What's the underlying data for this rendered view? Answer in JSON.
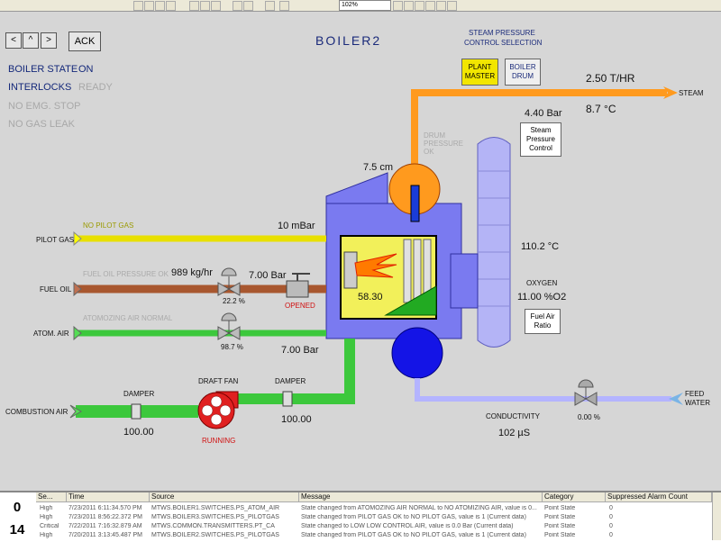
{
  "toolbar": {
    "zoom": "102%"
  },
  "nav": {
    "prev": "<",
    "up": "^",
    "next": ">",
    "ack": "ACK"
  },
  "title": "BOILER2",
  "status": {
    "boiler_state_label": "BOILER STATE",
    "boiler_state_value": "ON",
    "interlocks_label": "INTERLOCKS",
    "interlocks_value": "READY",
    "emg_stop": "NO EMG. STOP",
    "gas_leak": "NO GAS LEAK"
  },
  "steam_control": {
    "heading_1": "STEAM PRESSURE",
    "heading_2": "CONTROL SELECTION",
    "plant_master_1": "PLANT",
    "plant_master_2": "MASTER",
    "boiler_drum_1": "BOILER",
    "boiler_drum_2": "DRUM"
  },
  "steam": {
    "flow": "2.50 T/HR",
    "temp": "8.7 °C",
    "label": "STEAM",
    "pressure": "4.40 Bar",
    "ctrl_1": "Steam",
    "ctrl_2": "Pressure",
    "ctrl_3": "Control"
  },
  "drum": {
    "level": "7.5 cm",
    "ok_1": "DRUM",
    "ok_2": "PRESSURE",
    "ok_3": "OK"
  },
  "pilot_gas": {
    "label": "PILOT GAS",
    "status": "NO PILOT GAS",
    "pressure": "10 mBar"
  },
  "fuel_oil": {
    "label": "FUEL OIL",
    "status": "FUEL OIL PRESSURE OK",
    "flow": "989 kg/hr",
    "pressure": "7.00 Bar",
    "valve_pct": "22.2 %",
    "valve_state": "OPENED"
  },
  "atom_air": {
    "label": "ATOM. AIR",
    "status": "ATOMOZING AIR NORMAL",
    "valve_pct": "98.7 %",
    "pressure": "7.00 Bar"
  },
  "furnace": {
    "value": "58.30",
    "stack_temp": "110.2 °C",
    "oxygen_label": "OXYGEN",
    "oxygen_value": "11.00 %O2",
    "ratio_1": "Fuel Air",
    "ratio_2": "Ratio"
  },
  "combustion": {
    "label": "COMBUSTION AIR",
    "damper1_label": "DAMPER",
    "damper1_value": "100.00",
    "fan_label": "DRAFT FAN",
    "fan_state": "RUNNING",
    "damper2_label": "DAMPER",
    "damper2_value": "100.00"
  },
  "feed": {
    "label_1": "FEED",
    "label_2": "WATER",
    "valve_pct": "0.00 %",
    "conductivity_label": "CONDUCTIVITY",
    "conductivity_value": "102 µS"
  },
  "alarms": {
    "count_top": "0",
    "count_bottom": "14",
    "headers": [
      "Se...",
      "Time",
      "Source",
      "Message",
      "Category",
      "Suppressed Alarm Count"
    ],
    "rows": [
      [
        "High",
        "7/23/2011 6:11:34.570 PM",
        "MTWS.BOILER1.SWITCHES.PS_ATOM_AIR",
        "State changed from ATOMOZING AIR NORMAL to NO ATOMIZING AIR, value is 0...",
        "Point State",
        "0"
      ],
      [
        "High",
        "7/23/2011 8:56:22.372 PM",
        "MTWS.BOILER3.SWITCHES.PS_PILOTGAS",
        "State changed from PILOT GAS OK to NO PILOT GAS, value is 1 (Current data)",
        "Point State",
        "0"
      ],
      [
        "Critical",
        "7/22/2011 7:16:32.879 AM",
        "MTWS.COMMON.TRANSMITTERS.PT_CA",
        "State changed to LOW LOW CONTROL AIR, value is 0.0 Bar (Current data)",
        "Point State",
        "0"
      ],
      [
        "High",
        "7/20/2011 3:13:45.487 PM",
        "MTWS.BOILER2.SWITCHES.PS_PILOTGAS",
        "State changed from PILOT GAS OK to NO PILOT GAS, value is 1 (Current data)",
        "Point State",
        "0"
      ]
    ]
  },
  "colors": {
    "background": "#d6d6d6",
    "title": "#1a2a7a",
    "pilot_gas": "#e8e000",
    "fuel_oil": "#a8572f",
    "air": "#3cc83c",
    "steam": "#ff9a1e",
    "feed_water": "#b4b4ff",
    "boiler": "#7a7af0",
    "fan": "#e02020"
  }
}
